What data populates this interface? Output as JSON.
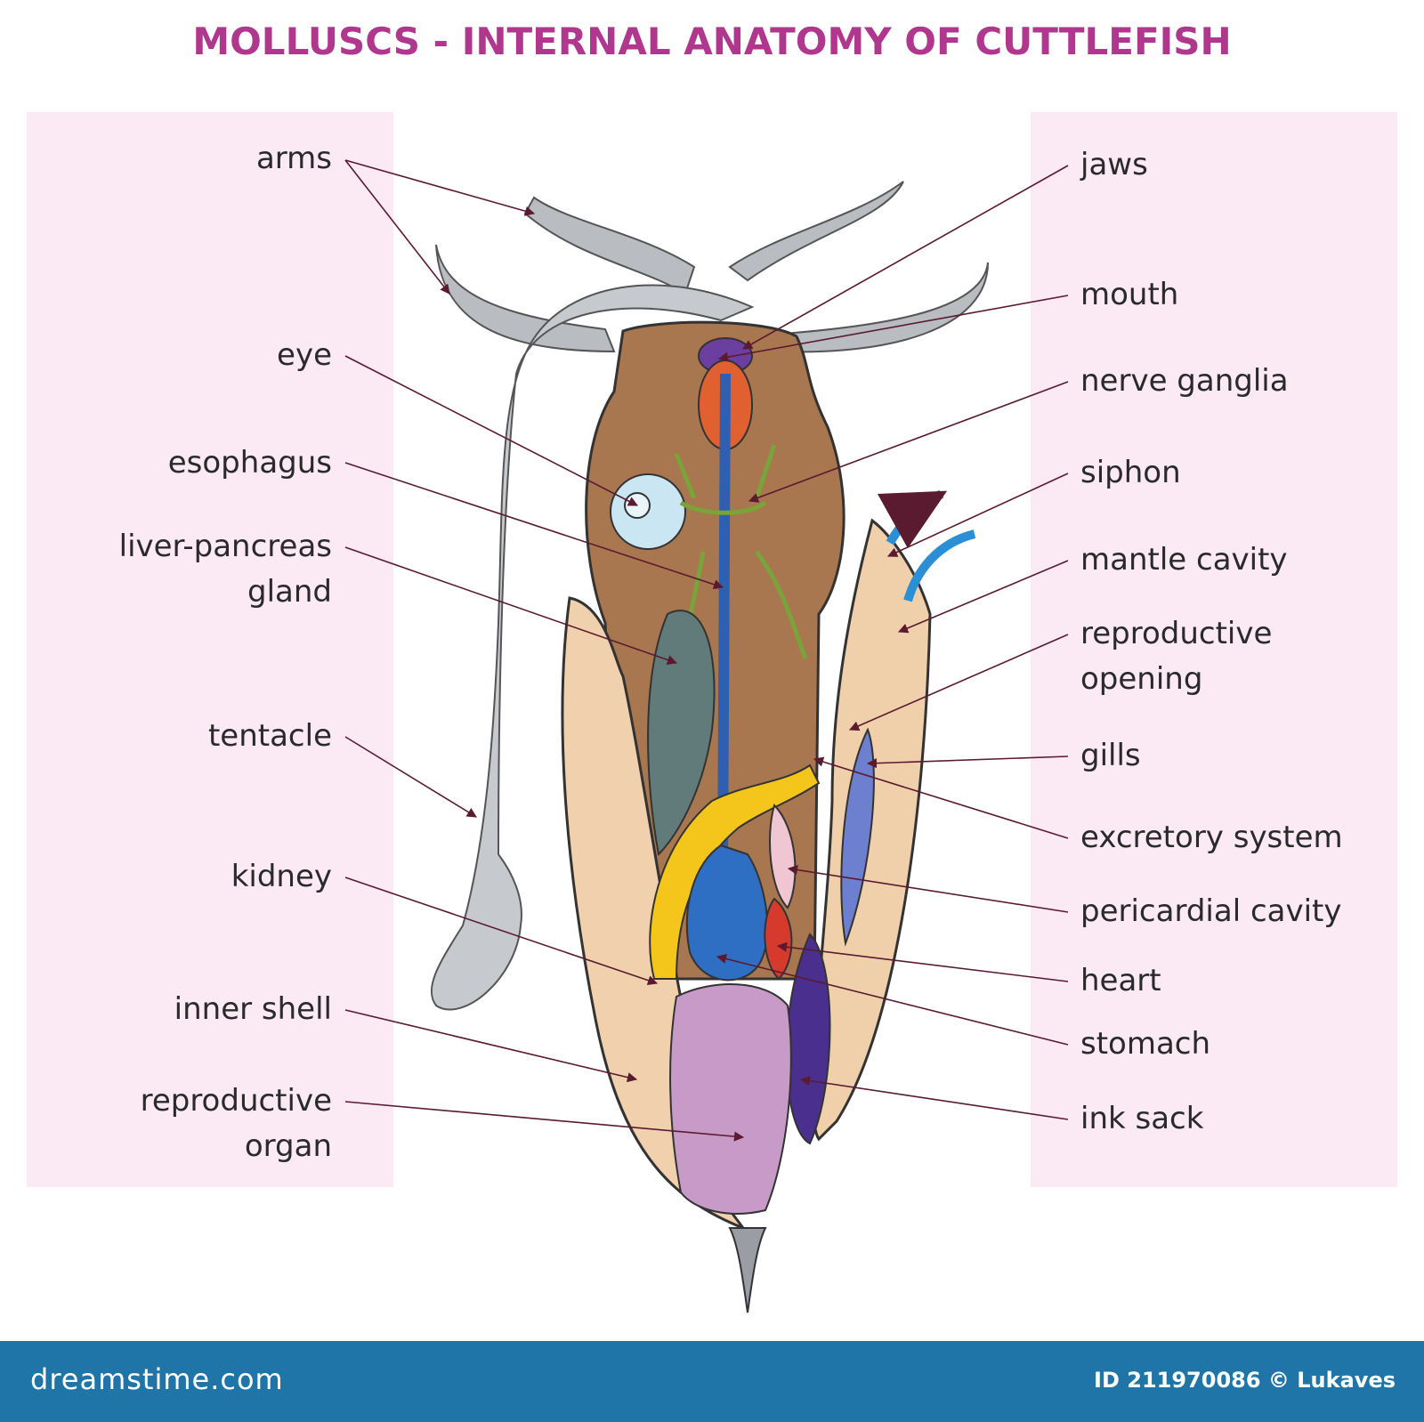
{
  "title": "MOLLUSCS - INTERNAL ANATOMY OF CUTTLEFISH",
  "labels_left": [
    {
      "text": "arms"
    },
    {
      "text": "eye"
    },
    {
      "text": "esophagus"
    },
    {
      "text": "liver-pancreas\ngland"
    },
    {
      "text": "tentacle"
    },
    {
      "text": "kidney"
    },
    {
      "text": "inner shell"
    },
    {
      "text": "reproductive\norgan"
    }
  ],
  "labels_right": [
    {
      "text": "jaws"
    },
    {
      "text": "mouth"
    },
    {
      "text": "nerve ganglia"
    },
    {
      "text": "siphon"
    },
    {
      "text": "mantle cavity"
    },
    {
      "text": "reproductive\nopening"
    },
    {
      "text": "gills"
    },
    {
      "text": "excretory system"
    },
    {
      "text": "pericardial cavity"
    },
    {
      "text": "heart"
    },
    {
      "text": "stomach"
    },
    {
      "text": "ink sack"
    }
  ],
  "footer": {
    "brand": "dreamstime.com",
    "credit": "ID 211970086 © Lukaves"
  },
  "colors": {
    "title": "#b0378e",
    "panel": "#fbe9f3",
    "leader_line": "#5a1a30",
    "footer": "#1f75a7"
  }
}
